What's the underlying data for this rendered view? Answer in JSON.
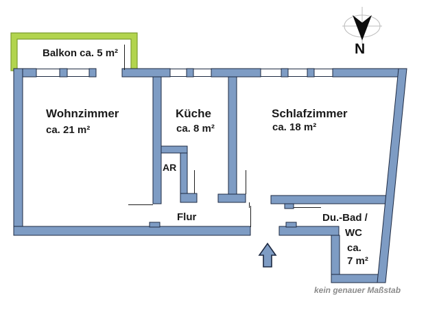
{
  "plan_type": "apartment-floor-plan",
  "rooms": {
    "balkon": {
      "label": "Balkon ca. 5 m²"
    },
    "wohnzimmer": {
      "name": "Wohnzimmer",
      "area": "ca. 21 m²"
    },
    "kueche": {
      "name": "Küche",
      "area": "ca. 8 m²"
    },
    "schlafzimmer": {
      "name": "Schlafzimmer",
      "area": "ca. 18 m²"
    },
    "abstellraum": {
      "name": "AR"
    },
    "flur": {
      "name": "Flur"
    },
    "bad": {
      "name_line1": "Du.-Bad /",
      "name_line2": "WC",
      "area_line1": "ca.",
      "area_line2": "7 m²"
    }
  },
  "compass": {
    "north_label": "N"
  },
  "footnote": "kein genauer Maßstab",
  "colors": {
    "wall_fill": "#7E9CC4",
    "wall_outline": "#1C2840",
    "balcony_fill": "#B2D44E",
    "balcony_outline": "#7C9C2F",
    "label_text": "#1A1A1A",
    "footnote_text": "#8C8C8C",
    "compass_ring": "#BBBBBB",
    "compass_needle": "#0D0D0D"
  }
}
